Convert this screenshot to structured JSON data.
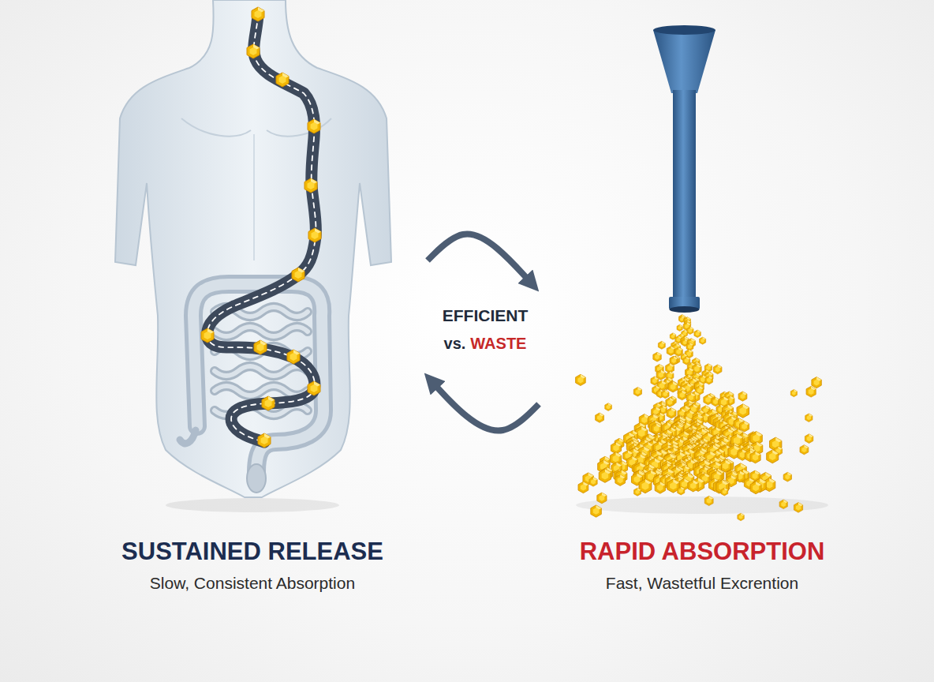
{
  "diagram": {
    "nodes": [
      {
        "text": [
          "SUSTAINED RELEASE",
          "Slow, Consistent Absorption"
        ]
      },
      {
        "text": [
          "RAPID ABSORPTION",
          "Fast, Wastetful Excrention"
        ]
      }
    ],
    "edges": [
      {
        "from": 0,
        "to": 1,
        "arrow": "to"
      },
      {
        "from": 1,
        "to": 0,
        "arrow": "to"
      }
    ],
    "labels": [
      "EFFICIENT",
      "vs.",
      "WASTE"
    ]
  }
}
